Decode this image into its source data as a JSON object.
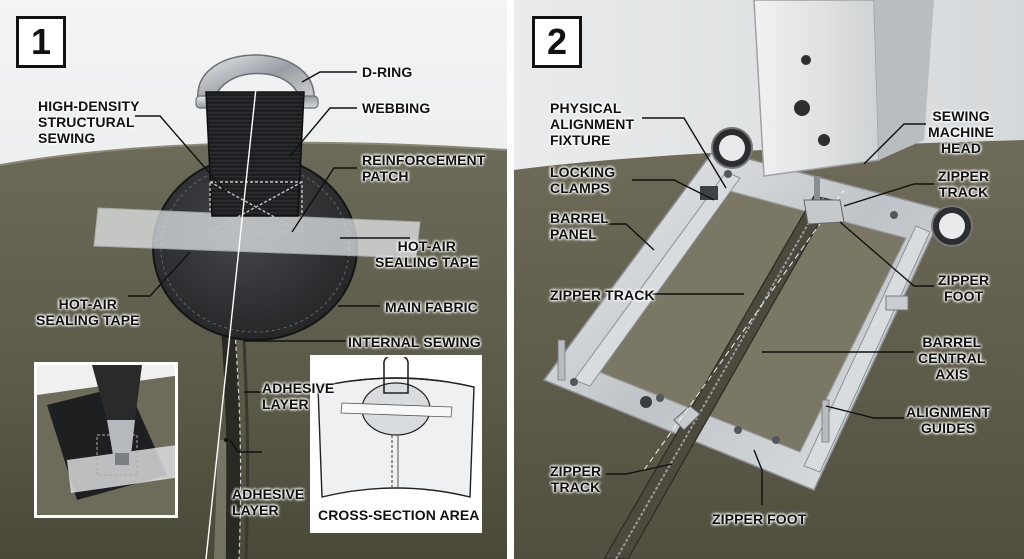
{
  "panel1": {
    "number": "1",
    "labels": {
      "d_ring": "D-RING",
      "webbing": "WEBBING",
      "high_density_1": "HIGH-DENSITY",
      "high_density_2": "STRUCTURAL",
      "high_density_3": "SEWING",
      "reinforcement_1": "REINFORCEMENT",
      "reinforcement_2": "PATCH",
      "hot_air_right_1": "HOT-AIR",
      "hot_air_right_2": "SEALING TAPE",
      "hot_air_left_1": "HOT-AIR",
      "hot_air_left_2": "SEALING TAPE",
      "main_fabric": "MAIN FABRIC",
      "internal_sewing": "INTERNAL SEWING",
      "adhesive_top_1": "ADHESIVE",
      "adhesive_top_2": "LAYER",
      "adhesive_bottom_1": "ADHESIVE",
      "adhesive_bottom_2": "LAYER",
      "cross_section": "CROSS-SECTION AREA"
    }
  },
  "panel2": {
    "number": "2",
    "labels": {
      "fixture_1": "PHYSICAL",
      "fixture_2": "ALIGNMENT",
      "fixture_3": "FIXTURE",
      "head_1": "SEWING",
      "head_2": "MACHINE",
      "head_3": "HEAD",
      "clamps_1": "LOCKING",
      "clamps_2": "CLAMPS",
      "zipper_track_right_1": "ZIPPER",
      "zipper_track_right_2": "TRACK",
      "barrel_1": "BARREL",
      "barrel_2": "PANEL",
      "zipper_foot_right_1": "ZIPPER",
      "zipper_foot_right_2": "FOOT",
      "zipper_track_mid": "ZIPPER TRACK",
      "axis_1": "BARREL",
      "axis_2": "CENTRAL",
      "axis_3": "AXIS",
      "guides_1": "ALIGNMENT",
      "guides_2": "GUIDES",
      "zipper_track_bottom_1": "ZIPPER",
      "zipper_track_bottom_2": "TRACK",
      "zipper_foot_bottom": "ZIPPER FOOT"
    }
  },
  "colors": {
    "fabric": "#5f5c4a",
    "fabric_dark": "#3d3c31",
    "patch": "#2f3033",
    "metal": "#c9cbce",
    "frame_light": "#e4e5e7"
  }
}
